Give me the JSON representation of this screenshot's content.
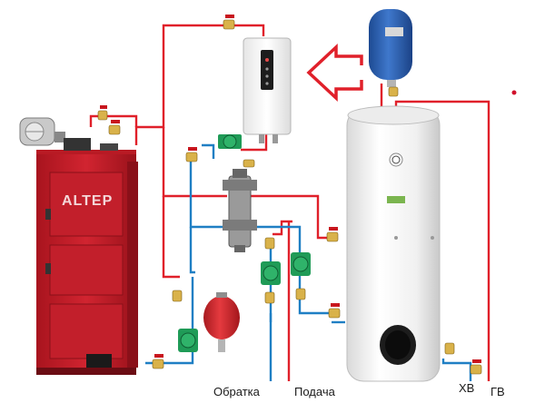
{
  "boiler": {
    "brand": "ALTEP"
  },
  "labels": {
    "return_line": "Обратка",
    "supply_line": "Подача",
    "cold_water": "ХВ",
    "hot_water": "ГВ"
  },
  "colors": {
    "supply": "#e0202a",
    "return": "#1f7fc4",
    "boiler_body": "#c8202c",
    "tank_body": "#f3f3f3",
    "expansion_vessel_blue": "#2b5fb0",
    "expansion_vessel_red": "#d8262c",
    "pump": "#1f9b57",
    "flow_arrow": "#e0202a"
  }
}
